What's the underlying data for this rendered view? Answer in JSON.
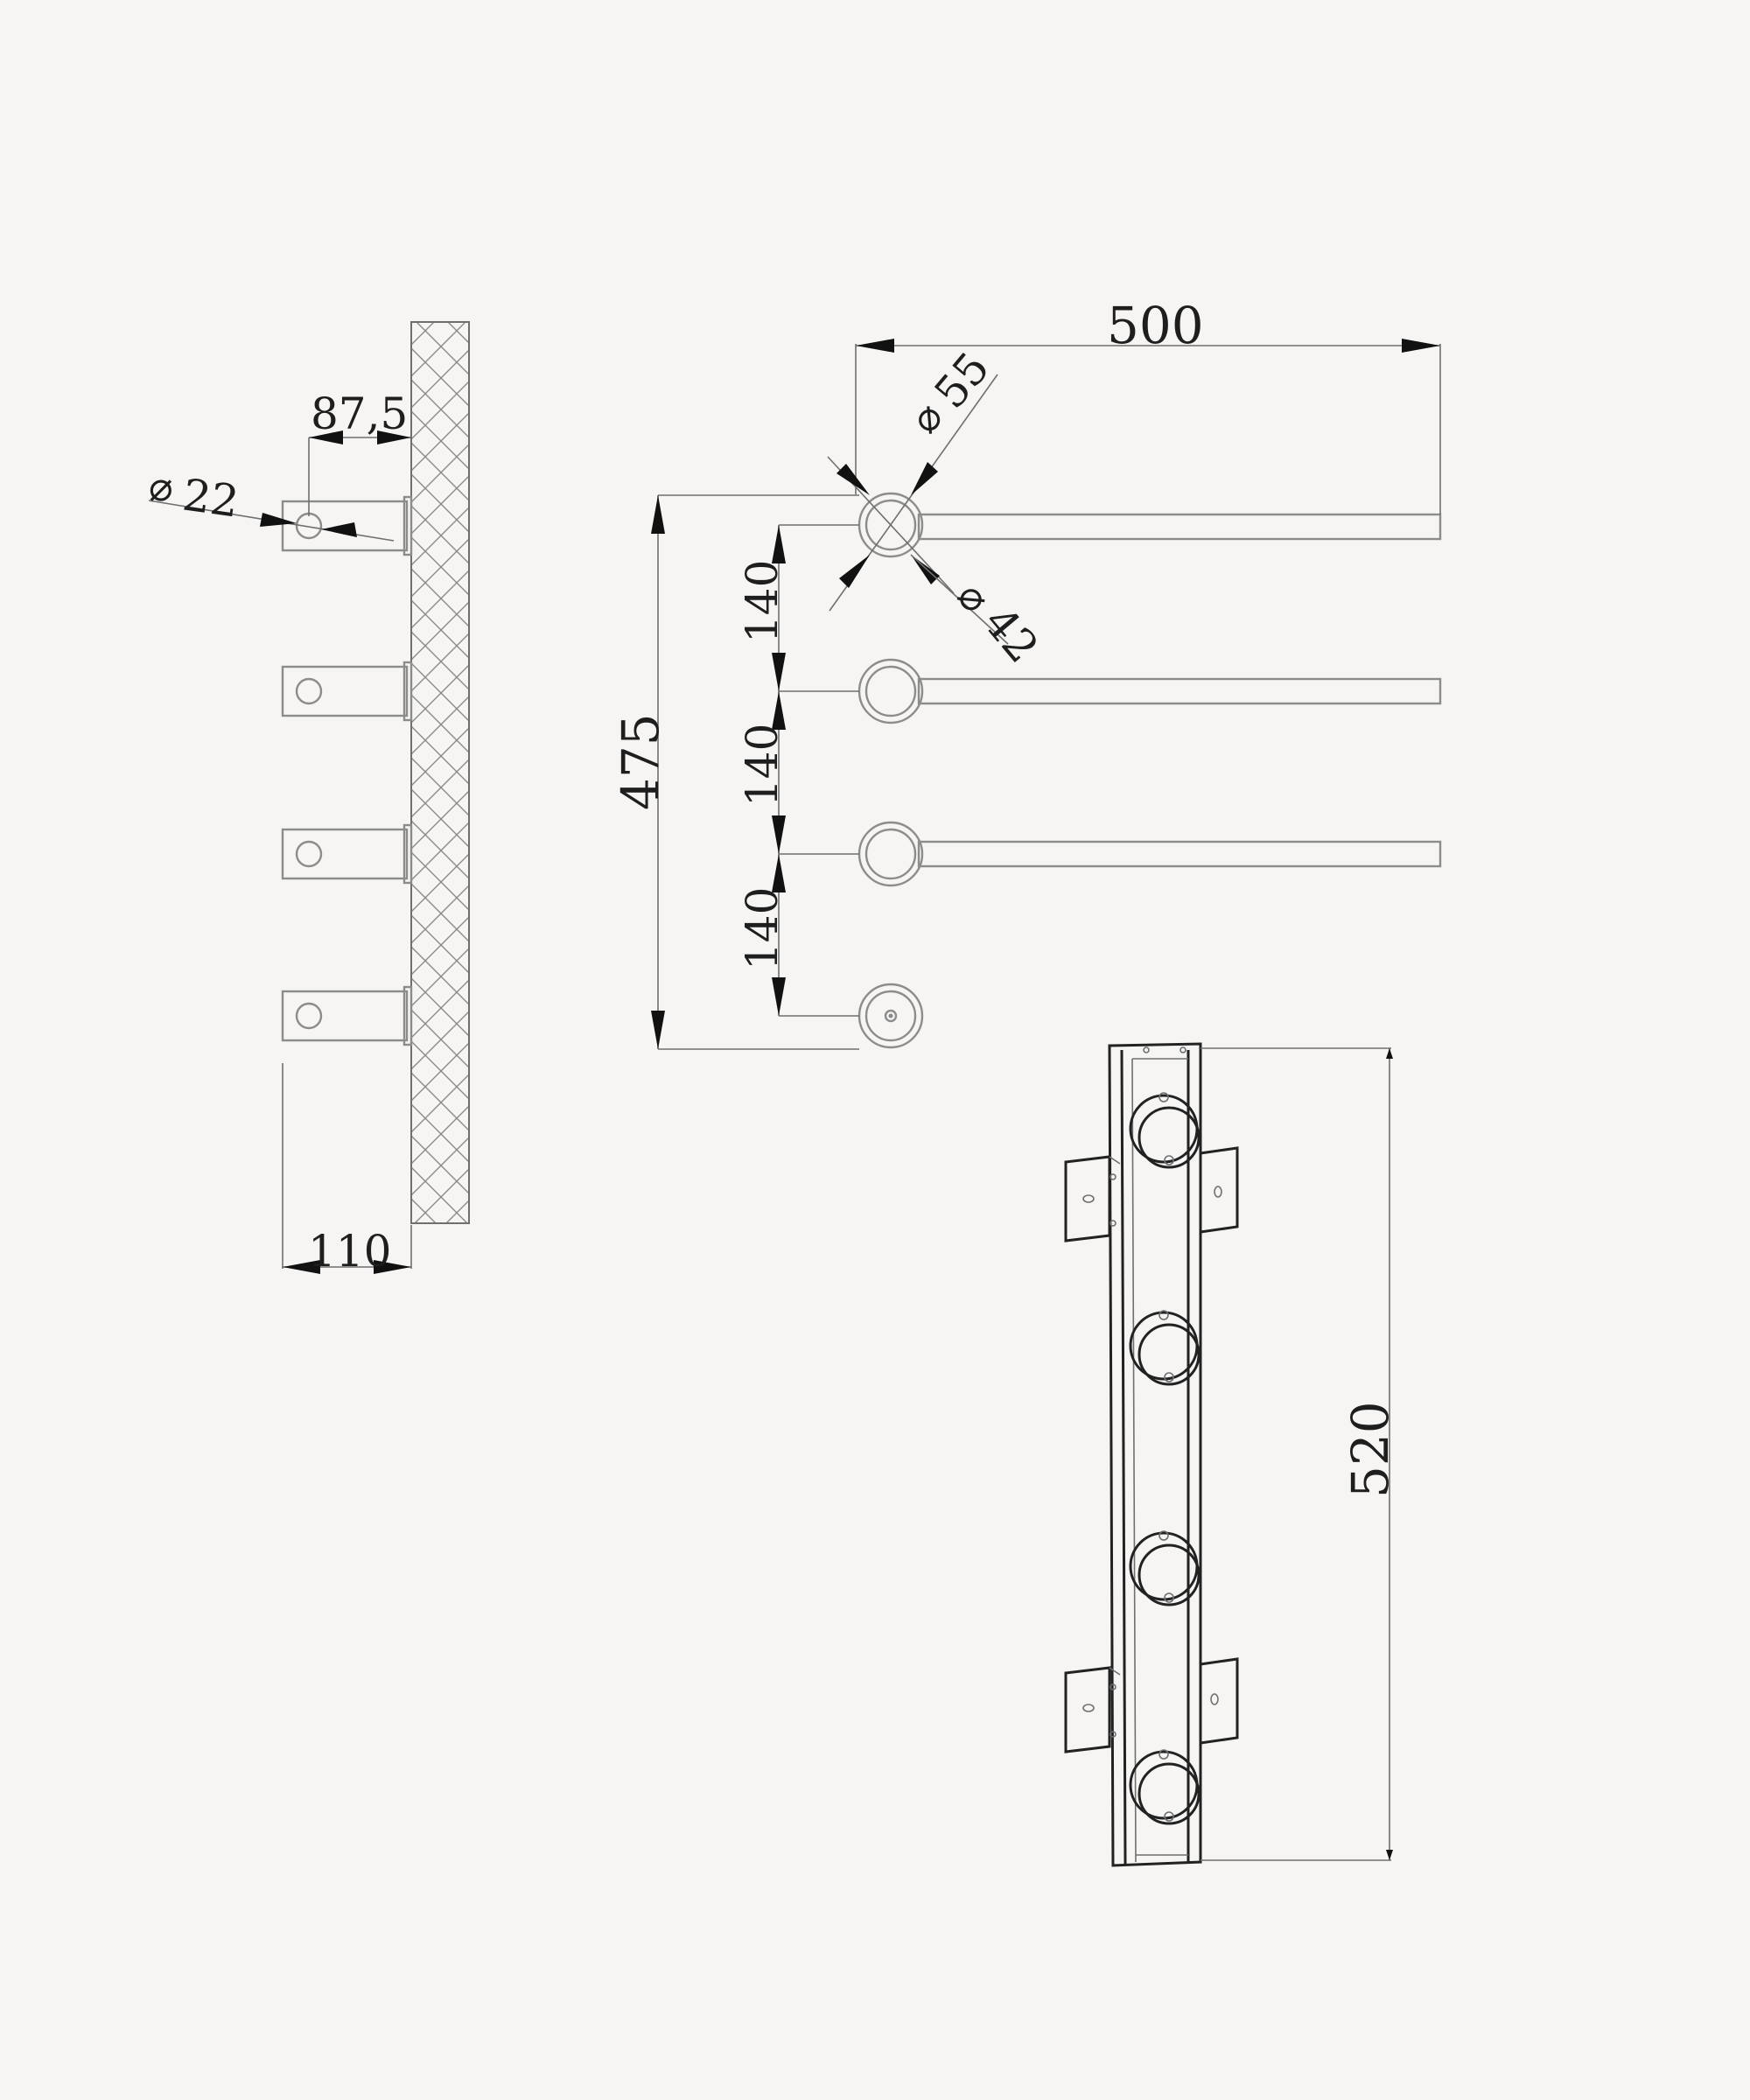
{
  "side_view": {
    "dim_depth": "87,5",
    "dim_diameter": "22",
    "dim_width": "110",
    "diameter_symbol": "⌀"
  },
  "front_view": {
    "dim_length": "500",
    "dim_outer_diameter": "55",
    "dim_inner_diameter": "42",
    "dim_total_height": "475",
    "dim_spacing_1": "140",
    "dim_spacing_2": "140",
    "dim_spacing_3": "140",
    "diameter_symbol": "⌀"
  },
  "back_view": {
    "dim_bracket_height": "520"
  }
}
